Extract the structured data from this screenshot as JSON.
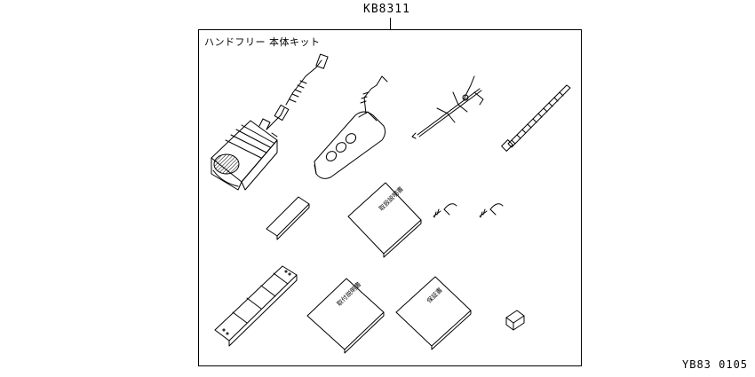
{
  "diagram": {
    "part_number": "KB8311",
    "kit_title": "ハンドフリー 本体キット",
    "footer_code": "YB83 0105"
  },
  "items": [
    {
      "id": "main-unit",
      "label": ""
    },
    {
      "id": "remote-control",
      "label": ""
    },
    {
      "id": "microphone-clip",
      "label": ""
    },
    {
      "id": "cable-tie",
      "label": ""
    },
    {
      "id": "adhesive-pad",
      "label": ""
    },
    {
      "id": "instruction-manual",
      "label": "取扱説明書"
    },
    {
      "id": "screw-1",
      "label": ""
    },
    {
      "id": "screw-2",
      "label": ""
    },
    {
      "id": "mounting-bracket",
      "label": ""
    },
    {
      "id": "installation-manual",
      "label": "取付説明書"
    },
    {
      "id": "warranty-card",
      "label": "保証書"
    },
    {
      "id": "spacer",
      "label": ""
    }
  ]
}
